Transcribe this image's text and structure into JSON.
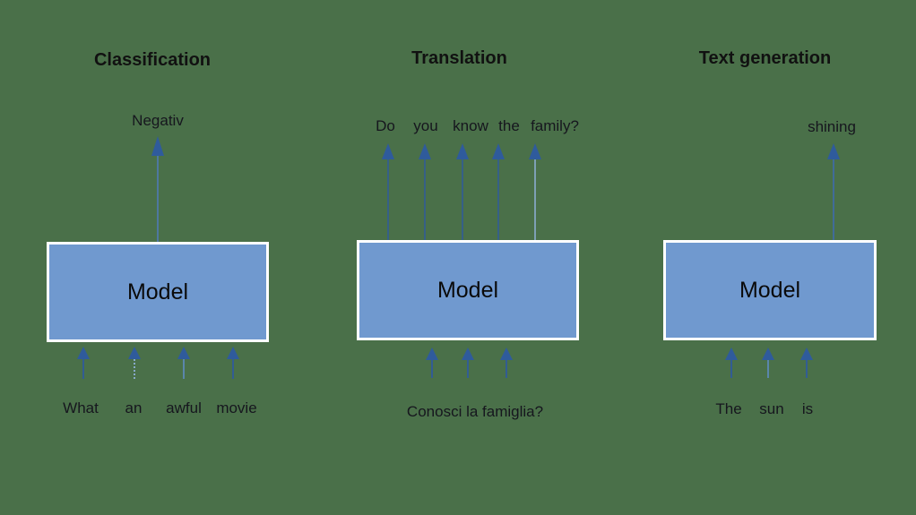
{
  "diagram": {
    "background_color": "#4a7049",
    "box_fill_color": "#7099cf",
    "box_border_color": "#ffffff",
    "arrow_color": "#2f5b9c",
    "title_color": "#111111",
    "model_label": "Model"
  },
  "panels": [
    {
      "id": "classification",
      "title": "Classification",
      "model_label": "Model",
      "inputs": [
        "What",
        "an",
        "awful",
        "movie"
      ],
      "input_style": "tokens",
      "outputs": [
        "Negativ"
      ],
      "output_style": "tokens"
    },
    {
      "id": "translation",
      "title": "Translation",
      "model_label": "Model",
      "inputs": [
        "Conosci la famiglia?"
      ],
      "input_style": "phrase",
      "input_arrow_count": 3,
      "outputs": [
        "Do",
        "you",
        "know",
        "the",
        "family?"
      ],
      "output_style": "tokens"
    },
    {
      "id": "text-generation",
      "title": "Text generation",
      "model_label": "Model",
      "inputs": [
        "The",
        "sun",
        "is"
      ],
      "input_style": "tokens",
      "outputs": [
        "shining"
      ],
      "output_style": "tokens"
    }
  ]
}
